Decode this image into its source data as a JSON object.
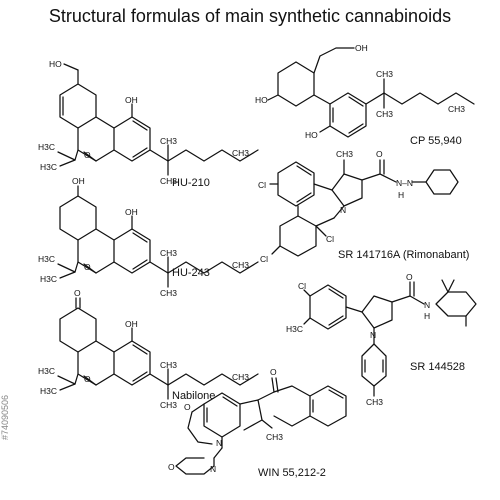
{
  "title": "Structural formulas of main synthetic cannabinoids",
  "compounds": {
    "hu210": {
      "name": "HU-210"
    },
    "hu243": {
      "name": "HU-243"
    },
    "nabilone": {
      "name": "Nabilone"
    },
    "cp55940": {
      "name": "CP 55,940"
    },
    "sr141716a": {
      "name": "SR 141716A (Rimonabant)"
    },
    "sr144528": {
      "name": "SR 144528"
    },
    "win55212": {
      "name": "WIN 55,212-2"
    }
  },
  "atoms": {
    "oh": "OH",
    "ho": "HO",
    "ch3": "CH3",
    "h3c": "H3C",
    "o": "O",
    "n": "N",
    "nh": "N–N",
    "h": "H",
    "cl": "Cl",
    "ch3_upper": "CH3"
  },
  "watermark": {
    "id": "#74090506"
  }
}
